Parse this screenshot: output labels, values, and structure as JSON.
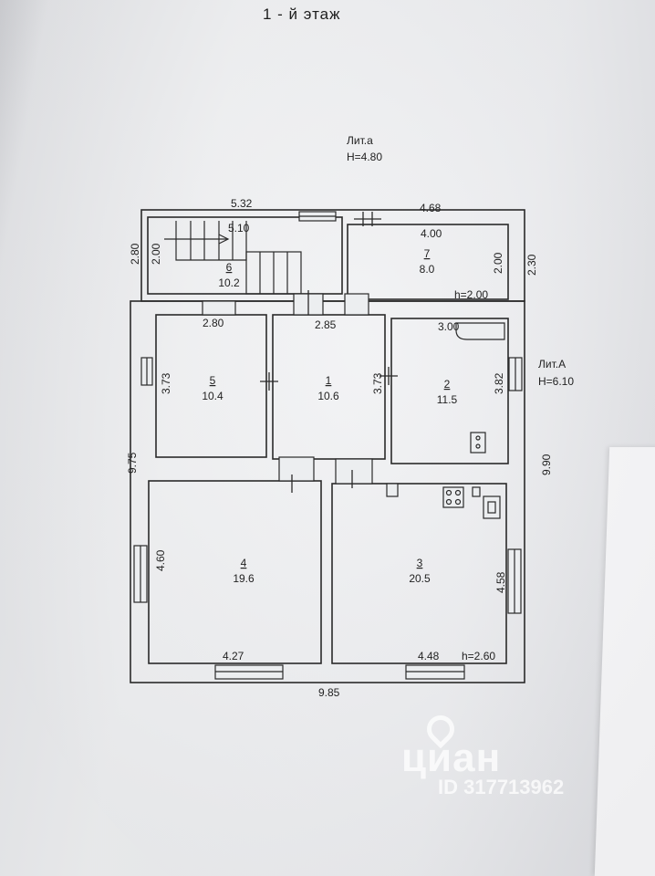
{
  "title": "1 - й   этаж",
  "lit_small": {
    "name": "Лит.а",
    "height": "H=4.80"
  },
  "lit_big": {
    "name": "Лит.А",
    "height": "H=6.10"
  },
  "dims": {
    "top_left": "5.32",
    "top_right": "4.68",
    "room7_width": "4.00",
    "stair_width": "5.10",
    "left_annex_a": "2.80",
    "left_annex_b": "2.00",
    "room7_height": "2.00",
    "right_annex": "2.30",
    "annex_h": "h=2.00",
    "room5_width": "2.80",
    "room1_width": "2.85",
    "room2_width": "3.00",
    "room5_height": "3.73",
    "room1_height": "3.73",
    "room2_height": "3.82",
    "left_total": "9.75",
    "right_total": "9.90",
    "room4_height": "4.60",
    "room3_height": "4.58",
    "room4_width": "4.27",
    "room3_width": "4.48",
    "main_h": "h=2.60",
    "bottom_total": "9.85"
  },
  "rooms": [
    {
      "num": "1",
      "area": "10.6"
    },
    {
      "num": "2",
      "area": "11.5"
    },
    {
      "num": "3",
      "area": "20.5"
    },
    {
      "num": "4",
      "area": "19.6"
    },
    {
      "num": "5",
      "area": "10.4"
    },
    {
      "num": "6",
      "area": "10.2"
    },
    {
      "num": "7",
      "area": "8.0"
    }
  ],
  "watermark": {
    "logo": "циан",
    "id": "ID 317713962"
  },
  "colors": {
    "line": "#2a2a2a",
    "paper": "#eceef0"
  }
}
